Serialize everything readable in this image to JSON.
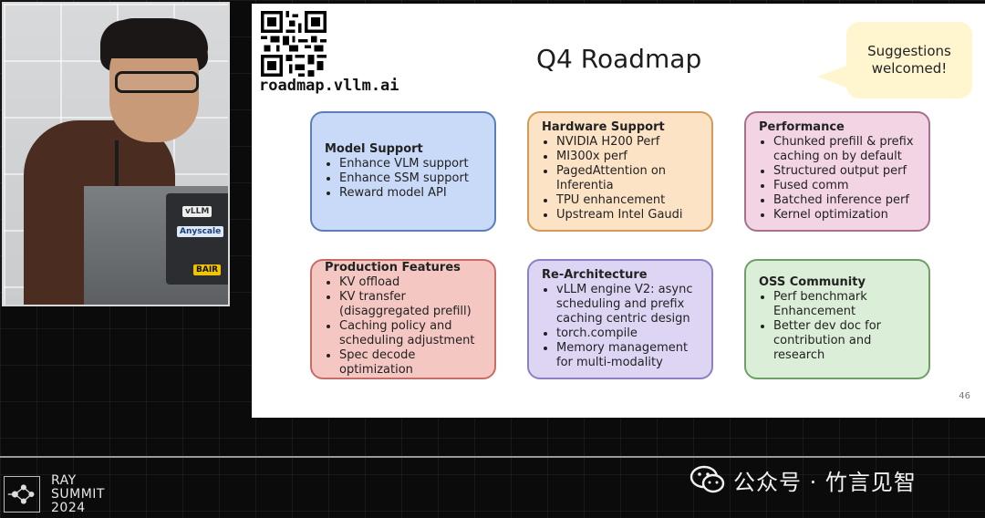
{
  "slide": {
    "qr_url": "roadmap.vllm.ai",
    "title": "Q4 Roadmap",
    "bubble": "Suggestions welcomed!",
    "page_number": "46",
    "cards": [
      {
        "title": "Model Support",
        "items": [
          "Enhance VLM support",
          "Enhance SSM support",
          "Reward model API"
        ],
        "fill": "#c9daf8",
        "border": "#5b7fb8"
      },
      {
        "title": "Hardware Support",
        "items": [
          "NVIDIA H200 Perf",
          "MI300x perf",
          "PagedAttention on Inferentia",
          "TPU enhancement",
          "Upstream Intel Gaudi"
        ],
        "fill": "#fde3c6",
        "border": "#d49a58"
      },
      {
        "title": "Performance",
        "items": [
          "Chunked prefill & prefix caching on by default",
          "Structured output perf",
          "Fused comm",
          "Batched inference perf",
          "Kernel optimization"
        ],
        "fill": "#f2d4e4",
        "border": "#a8708e"
      },
      {
        "title": "Production Features",
        "items": [
          "KV offload",
          "KV transfer (disaggregated prefill)",
          "Caching policy and scheduling adjustment",
          "Spec decode optimization"
        ],
        "fill": "#f4c7c3",
        "border": "#c76d66"
      },
      {
        "title": "Re-Architecture",
        "items": [
          "vLLM engine V2: async scheduling and prefix caching centric design",
          "torch.compile",
          "Memory management for multi-modality"
        ],
        "fill": "#ddd5f3",
        "border": "#8e80c2"
      },
      {
        "title": "OSS Community",
        "items": [
          "Perf benchmark Enhancement",
          "Better dev doc for contribution and research"
        ],
        "fill": "#dbeed7",
        "border": "#6f9f66"
      }
    ]
  },
  "camera": {
    "stickers": [
      "vLLM",
      "Anyscale",
      "BAIR"
    ]
  },
  "footer": {
    "event_lines": [
      "RAY",
      "SUMMIT",
      "2024"
    ],
    "watermark": "公众号 · 竹言见智"
  }
}
